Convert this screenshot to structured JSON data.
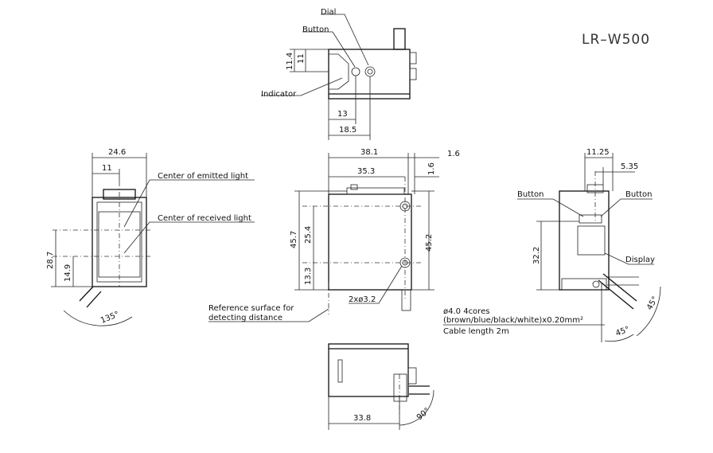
{
  "title": "LR–W500",
  "top_view": {
    "label_dial": "Dial",
    "label_button": "Button",
    "label_indicator": "Indicator",
    "dim_height_1": "11.4",
    "dim_height_2": "11",
    "dim_width_1": "13",
    "dim_width_2": "18.5"
  },
  "left_view": {
    "dim_width_1": "24.6",
    "dim_width_2": "11",
    "dim_height_1": "28.7",
    "dim_height_2": "14.9",
    "dim_angle": "135°",
    "label_emitted": "Center of emitted light",
    "label_received": "Center of received light"
  },
  "front_view": {
    "dim_width_1": "38.1",
    "dim_width_2": "35.3",
    "dim_width_3": "1.6",
    "dim_width_4": "1.6",
    "dim_height_1": "45.7",
    "dim_height_2": "25.4",
    "dim_height_3": "13.3",
    "dim_height_4": "45.2",
    "dim_holes": "2xø3.2",
    "label_reference_1": "Reference surface for",
    "label_reference_2": "detecting distance"
  },
  "cable": {
    "line_1": "ø4.0 4cores",
    "line_2": "(brown/blue/black/white)x0.20mm²",
    "line_3": "Cable length 2m"
  },
  "right_view": {
    "dim_width_1": "11.25",
    "dim_width_2": "5.35",
    "dim_height_1": "32.2",
    "label_button_left": "Button",
    "label_button_right": "Button",
    "label_display": "Display",
    "dim_angle_1": "45°",
    "dim_angle_2": "45°"
  },
  "bottom_view": {
    "dim_width_1": "33.8",
    "dim_angle": "90°"
  }
}
